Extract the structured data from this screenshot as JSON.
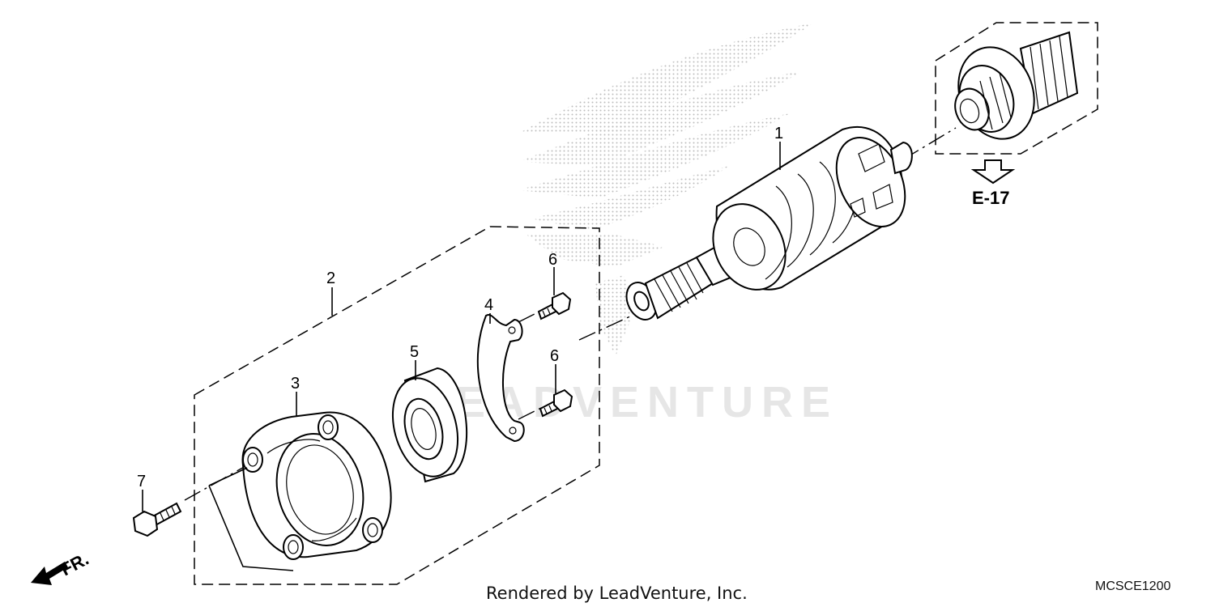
{
  "diagram": {
    "watermark_text": "LEADVENTURE",
    "reference_label": "E-17",
    "front_label": "FR.",
    "footer_text": "Rendered by LeadVenture, Inc.",
    "diagram_code": "MCSCE1200",
    "callouts": [
      "1",
      "2",
      "3",
      "4",
      "5",
      "6",
      "6",
      "7"
    ]
  }
}
